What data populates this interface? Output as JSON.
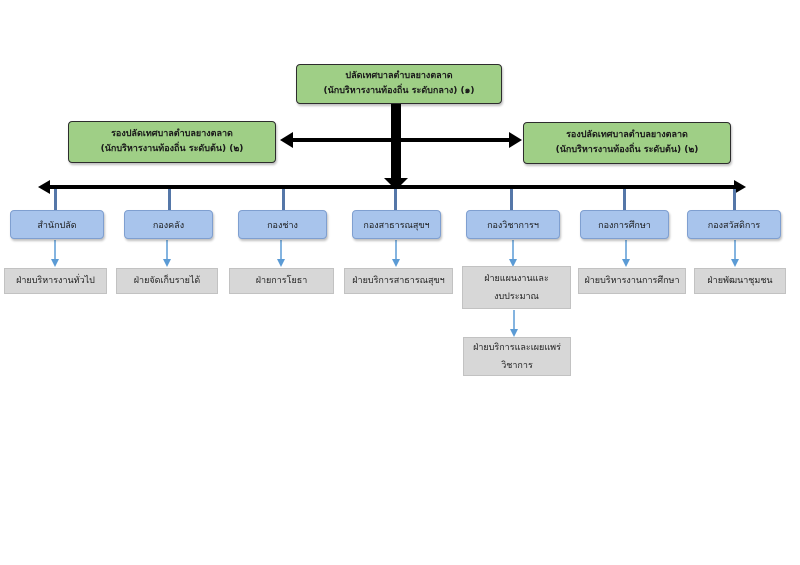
{
  "head": {
    "title": "ปลัดเทศบาลตำบลยางตลาด",
    "subtitle": "(นักบริหารงานท้องถิ่น  ระดับกลาง) (๑)"
  },
  "deputies": [
    {
      "title": "รองปลัดเทศบาลตำบลยางตลาด",
      "subtitle": "(นักบริหารงานท้องถิ่น  ระดับต้น) (๒)"
    },
    {
      "title": "รองปลัดเทศบาลตำบลยางตลาด",
      "subtitle": "(นักบริหารงานท้องถิ่น  ระดับต้น) (๒)"
    }
  ],
  "divisions": [
    {
      "name": "สำนักปลัด",
      "units": [
        "ฝ่ายบริหารงานทั่วไป"
      ]
    },
    {
      "name": "กองคลัง",
      "units": [
        "ฝ่ายจัดเก็บรายได้"
      ]
    },
    {
      "name": "กองช่าง",
      "units": [
        "ฝ่ายการโยธา"
      ]
    },
    {
      "name": "กองสาธารณสุขฯ",
      "units": [
        "ฝ่ายบริการสาธารณสุขฯ"
      ]
    },
    {
      "name": "กองวิชาการฯ",
      "units": [
        "ฝ่ายแผนงานและ",
        "งบประมาณ"
      ],
      "sub_units": [
        "ฝ่ายบริการและเผยแพร่",
        "วิชาการ"
      ]
    },
    {
      "name": "กองการศึกษา",
      "units": [
        "ฝ่ายบริหารงานการศึกษา"
      ]
    },
    {
      "name": "กองสวัสดิการ",
      "units": [
        "ฝ่ายพัฒนาชุมชน"
      ]
    }
  ]
}
